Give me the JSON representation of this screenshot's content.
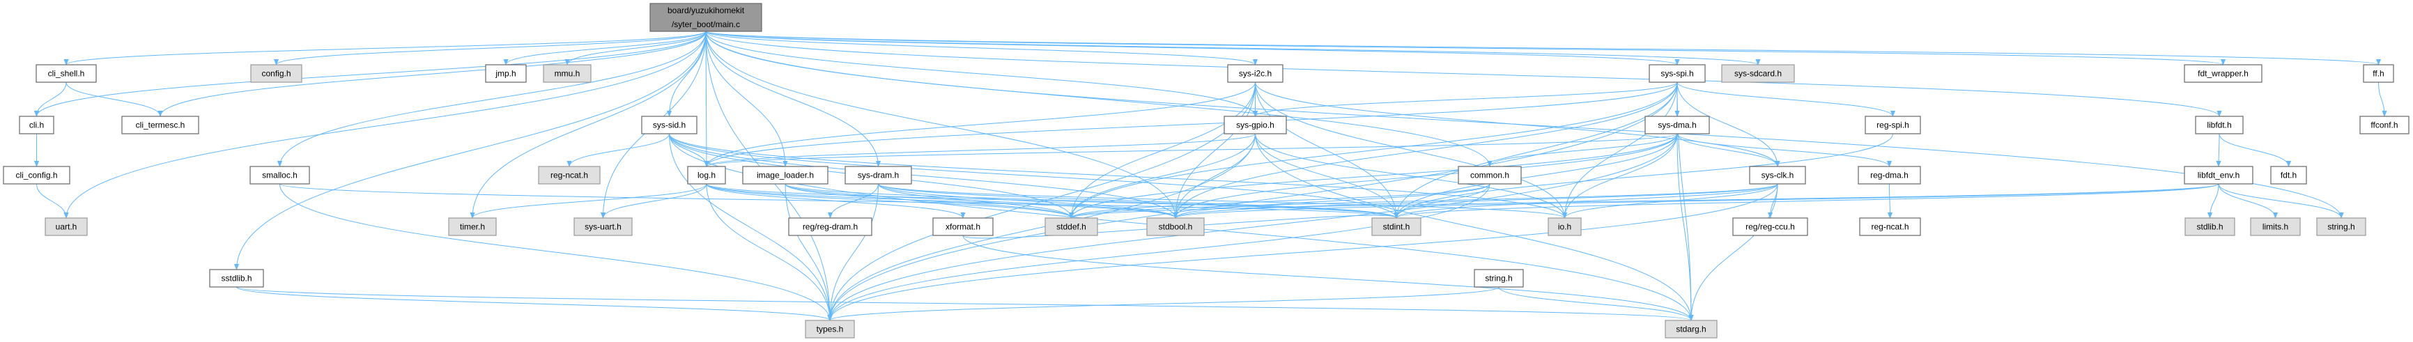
{
  "graph": {
    "edge_color": "#63b8ff",
    "nodes": [
      {
        "id": "main",
        "lines": [
          "board/yuzukihomekit",
          "/syter_boot/main.c"
        ],
        "kind": "root"
      },
      {
        "id": "cli_shell",
        "lines": [
          "cli_shell.h"
        ],
        "kind": "file"
      },
      {
        "id": "config",
        "lines": [
          "config.h"
        ],
        "kind": "system"
      },
      {
        "id": "jmp",
        "lines": [
          "jmp.h"
        ],
        "kind": "file"
      },
      {
        "id": "mmu",
        "lines": [
          "mmu.h"
        ],
        "kind": "system"
      },
      {
        "id": "sys_i2c",
        "lines": [
          "sys-i2c.h"
        ],
        "kind": "file"
      },
      {
        "id": "sys_spi",
        "lines": [
          "sys-spi.h"
        ],
        "kind": "file"
      },
      {
        "id": "sys_sdcard",
        "lines": [
          "sys-sdcard.h"
        ],
        "kind": "system"
      },
      {
        "id": "fdt_wrapper",
        "lines": [
          "fdt_wrapper.h"
        ],
        "kind": "file"
      },
      {
        "id": "ff",
        "lines": [
          "ff.h"
        ],
        "kind": "file"
      },
      {
        "id": "cli",
        "lines": [
          "cli.h"
        ],
        "kind": "file"
      },
      {
        "id": "cli_termesc",
        "lines": [
          "cli_termesc.h"
        ],
        "kind": "file"
      },
      {
        "id": "sys_sid",
        "lines": [
          "sys-sid.h"
        ],
        "kind": "file"
      },
      {
        "id": "sys_gpio",
        "lines": [
          "sys-gpio.h"
        ],
        "kind": "file"
      },
      {
        "id": "sys_dma",
        "lines": [
          "sys-dma.h"
        ],
        "kind": "file"
      },
      {
        "id": "reg_spi",
        "lines": [
          "reg-spi.h"
        ],
        "kind": "file"
      },
      {
        "id": "libfdt",
        "lines": [
          "libfdt.h"
        ],
        "kind": "file"
      },
      {
        "id": "ffconf",
        "lines": [
          "ffconf.h"
        ],
        "kind": "file"
      },
      {
        "id": "cli_config",
        "lines": [
          "cli_config.h"
        ],
        "kind": "file"
      },
      {
        "id": "smalloc",
        "lines": [
          "smalloc.h"
        ],
        "kind": "file"
      },
      {
        "id": "reg_ncat_gray",
        "lines": [
          "reg-ncat.h"
        ],
        "kind": "system"
      },
      {
        "id": "log",
        "lines": [
          "log.h"
        ],
        "kind": "file"
      },
      {
        "id": "image_loader",
        "lines": [
          "image_loader.h"
        ],
        "kind": "file"
      },
      {
        "id": "sys_dram",
        "lines": [
          "sys-dram.h"
        ],
        "kind": "file"
      },
      {
        "id": "common",
        "lines": [
          "common.h"
        ],
        "kind": "file"
      },
      {
        "id": "sys_clk",
        "lines": [
          "sys-clk.h"
        ],
        "kind": "file"
      },
      {
        "id": "reg_dma",
        "lines": [
          "reg-dma.h"
        ],
        "kind": "file"
      },
      {
        "id": "libfdt_env",
        "lines": [
          "libfdt_env.h"
        ],
        "kind": "file"
      },
      {
        "id": "fdt",
        "lines": [
          "fdt.h"
        ],
        "kind": "file"
      },
      {
        "id": "uart",
        "lines": [
          "uart.h"
        ],
        "kind": "system"
      },
      {
        "id": "timer",
        "lines": [
          "timer.h"
        ],
        "kind": "system"
      },
      {
        "id": "sys_uart",
        "lines": [
          "sys-uart.h"
        ],
        "kind": "system"
      },
      {
        "id": "reg_dram",
        "lines": [
          "reg/reg-dram.h"
        ],
        "kind": "file"
      },
      {
        "id": "xformat",
        "lines": [
          "xformat.h"
        ],
        "kind": "file"
      },
      {
        "id": "stddef",
        "lines": [
          "stddef.h"
        ],
        "kind": "system"
      },
      {
        "id": "stdbool",
        "lines": [
          "stdbool.h"
        ],
        "kind": "system"
      },
      {
        "id": "stdint",
        "lines": [
          "stdint.h"
        ],
        "kind": "system"
      },
      {
        "id": "io",
        "lines": [
          "io.h"
        ],
        "kind": "system"
      },
      {
        "id": "reg_ccu",
        "lines": [
          "reg/reg-ccu.h"
        ],
        "kind": "file"
      },
      {
        "id": "reg_ncat",
        "lines": [
          "reg-ncat.h"
        ],
        "kind": "file"
      },
      {
        "id": "stdlib",
        "lines": [
          "stdlib.h"
        ],
        "kind": "system"
      },
      {
        "id": "limits",
        "lines": [
          "limits.h"
        ],
        "kind": "system"
      },
      {
        "id": "string_sys",
        "lines": [
          "string.h"
        ],
        "kind": "system"
      },
      {
        "id": "sstdlib",
        "lines": [
          "sstdlib.h"
        ],
        "kind": "file"
      },
      {
        "id": "string_h",
        "lines": [
          "string.h"
        ],
        "kind": "file"
      },
      {
        "id": "types",
        "lines": [
          "types.h"
        ],
        "kind": "system"
      },
      {
        "id": "stdarg",
        "lines": [
          "stdarg.h"
        ],
        "kind": "system"
      }
    ],
    "edges": [
      [
        "main",
        "cli"
      ],
      [
        "main",
        "cli_shell"
      ],
      [
        "main",
        "cli_termesc"
      ],
      [
        "main",
        "config"
      ],
      [
        "main",
        "jmp"
      ],
      [
        "main",
        "mmu"
      ],
      [
        "main",
        "uart"
      ],
      [
        "main",
        "smalloc"
      ],
      [
        "main",
        "sstdlib"
      ],
      [
        "main",
        "timer"
      ],
      [
        "main",
        "sys_uart"
      ],
      [
        "main",
        "sys_sid"
      ],
      [
        "main",
        "log"
      ],
      [
        "main",
        "image_loader"
      ],
      [
        "main",
        "sys_dram"
      ],
      [
        "main",
        "common"
      ],
      [
        "main",
        "sys_i2c"
      ],
      [
        "main",
        "sys_gpio"
      ],
      [
        "main",
        "sys_spi"
      ],
      [
        "main",
        "sys_sdcard"
      ],
      [
        "main",
        "fdt_wrapper"
      ],
      [
        "main",
        "libfdt"
      ],
      [
        "main",
        "ff"
      ],
      [
        "main",
        "string_sys"
      ],
      [
        "main",
        "stdbool"
      ],
      [
        "main",
        "types"
      ],
      [
        "cli_shell",
        "cli"
      ],
      [
        "cli_shell",
        "cli_termesc"
      ],
      [
        "cli",
        "cli_config"
      ],
      [
        "cli_config",
        "uart"
      ],
      [
        "smalloc",
        "types"
      ],
      [
        "smalloc",
        "stdint"
      ],
      [
        "sstdlib",
        "types"
      ],
      [
        "sstdlib",
        "stdarg"
      ],
      [
        "log",
        "types"
      ],
      [
        "log",
        "stdint"
      ],
      [
        "log",
        "stddef"
      ],
      [
        "log",
        "stdbool"
      ],
      [
        "log",
        "xformat"
      ],
      [
        "log",
        "timer"
      ],
      [
        "log",
        "sys_uart"
      ],
      [
        "image_loader",
        "types"
      ],
      [
        "image_loader",
        "stddef"
      ],
      [
        "image_loader",
        "stdbool"
      ],
      [
        "image_loader",
        "stdint"
      ],
      [
        "sys_dram",
        "reg_dram"
      ],
      [
        "sys_dram",
        "types"
      ],
      [
        "sys_dram",
        "stddef"
      ],
      [
        "sys_dram",
        "stdbool"
      ],
      [
        "sys_dram",
        "stdint"
      ],
      [
        "sys_dram",
        "io"
      ],
      [
        "xformat",
        "stdarg"
      ],
      [
        "xformat",
        "stdint"
      ],
      [
        "sys_sid",
        "log"
      ],
      [
        "sys_sid",
        "reg_ncat_gray"
      ],
      [
        "sys_sid",
        "types"
      ],
      [
        "sys_sid",
        "stddef"
      ],
      [
        "sys_sid",
        "stdbool"
      ],
      [
        "sys_sid",
        "stdint"
      ],
      [
        "sys_sid",
        "io"
      ],
      [
        "sys_sid",
        "stdarg"
      ],
      [
        "sys_i2c",
        "sys_gpio"
      ],
      [
        "sys_i2c",
        "stdint"
      ],
      [
        "sys_i2c",
        "io"
      ],
      [
        "sys_i2c",
        "stddef"
      ],
      [
        "sys_i2c",
        "stdbool"
      ],
      [
        "sys_i2c",
        "sys_clk"
      ],
      [
        "sys_i2c",
        "log"
      ],
      [
        "sys_i2c",
        "types"
      ],
      [
        "sys_gpio",
        "log"
      ],
      [
        "sys_gpio",
        "stdint"
      ],
      [
        "sys_gpio",
        "stddef"
      ],
      [
        "sys_gpio",
        "stdbool"
      ],
      [
        "sys_gpio",
        "types"
      ],
      [
        "sys_gpio",
        "io"
      ],
      [
        "sys_gpio",
        "stdarg"
      ],
      [
        "sys_spi",
        "sys_dma"
      ],
      [
        "sys_spi",
        "sys_clk"
      ],
      [
        "sys_spi",
        "reg_spi"
      ],
      [
        "sys_spi",
        "sys_gpio"
      ],
      [
        "sys_spi",
        "log"
      ],
      [
        "sys_spi",
        "types"
      ],
      [
        "sys_spi",
        "stdint"
      ],
      [
        "sys_spi",
        "stddef"
      ],
      [
        "sys_spi",
        "stdbool"
      ],
      [
        "sys_spi",
        "io"
      ],
      [
        "sys_spi",
        "stdarg"
      ],
      [
        "sys_dma",
        "log"
      ],
      [
        "sys_dma",
        "common"
      ],
      [
        "sys_dma",
        "sys_clk"
      ],
      [
        "sys_dma",
        "reg_dma"
      ],
      [
        "sys_dma",
        "stdint"
      ],
      [
        "sys_dma",
        "io"
      ],
      [
        "sys_dma",
        "stddef"
      ],
      [
        "sys_dma",
        "stdbool"
      ],
      [
        "sys_dma",
        "types"
      ],
      [
        "sys_dma",
        "stdarg"
      ],
      [
        "common",
        "stdint"
      ],
      [
        "common",
        "stddef"
      ],
      [
        "common",
        "stdbool"
      ],
      [
        "common",
        "types"
      ],
      [
        "sys_clk",
        "reg_ccu"
      ],
      [
        "sys_clk",
        "stdint"
      ],
      [
        "sys_clk",
        "io"
      ],
      [
        "sys_clk",
        "stddef"
      ],
      [
        "sys_clk",
        "stdbool"
      ],
      [
        "sys_clk",
        "types"
      ],
      [
        "sys_clk",
        "stdarg"
      ],
      [
        "reg_dma",
        "reg_ncat"
      ],
      [
        "reg_spi",
        "stdint"
      ],
      [
        "string_h",
        "stdarg"
      ],
      [
        "string_h",
        "types"
      ],
      [
        "libfdt",
        "libfdt_env"
      ],
      [
        "libfdt",
        "fdt"
      ],
      [
        "libfdt_env",
        "stdlib"
      ],
      [
        "libfdt_env",
        "limits"
      ],
      [
        "libfdt_env",
        "string_sys"
      ],
      [
        "libfdt_env",
        "stdint"
      ],
      [
        "libfdt_env",
        "stddef"
      ],
      [
        "libfdt_env",
        "stdbool"
      ],
      [
        "ff",
        "ffconf"
      ]
    ]
  }
}
